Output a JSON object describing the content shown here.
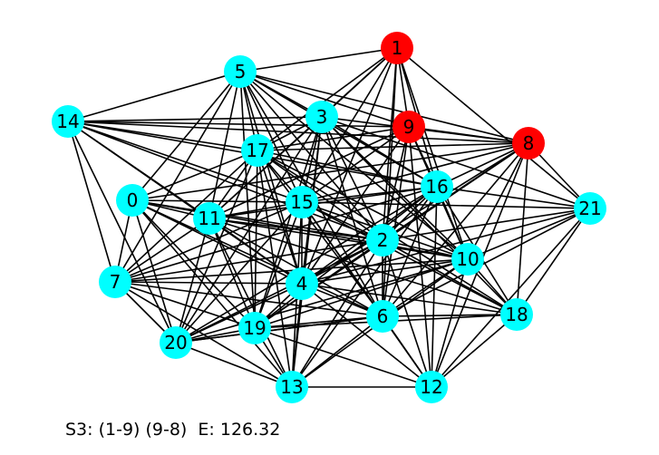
{
  "graph": {
    "nodes": [
      {
        "id": "0",
        "color": "#00ffff"
      },
      {
        "id": "1",
        "color": "#ff0000"
      },
      {
        "id": "2",
        "color": "#00ffff"
      },
      {
        "id": "3",
        "color": "#00ffff"
      },
      {
        "id": "4",
        "color": "#00ffff"
      },
      {
        "id": "5",
        "color": "#00ffff"
      },
      {
        "id": "6",
        "color": "#00ffff"
      },
      {
        "id": "7",
        "color": "#00ffff"
      },
      {
        "id": "8",
        "color": "#ff0000"
      },
      {
        "id": "9",
        "color": "#ff0000"
      },
      {
        "id": "10",
        "color": "#00ffff"
      },
      {
        "id": "11",
        "color": "#00ffff"
      },
      {
        "id": "12",
        "color": "#00ffff"
      },
      {
        "id": "13",
        "color": "#00ffff"
      },
      {
        "id": "14",
        "color": "#00ffff"
      },
      {
        "id": "15",
        "color": "#00ffff"
      },
      {
        "id": "16",
        "color": "#00ffff"
      },
      {
        "id": "17",
        "color": "#00ffff"
      },
      {
        "id": "18",
        "color": "#00ffff"
      },
      {
        "id": "19",
        "color": "#00ffff"
      },
      {
        "id": "20",
        "color": "#00ffff"
      },
      {
        "id": "21",
        "color": "#00ffff"
      }
    ],
    "edges": [
      [
        "1",
        "5"
      ],
      [
        "1",
        "3"
      ],
      [
        "1",
        "17"
      ],
      [
        "1",
        "15"
      ],
      [
        "1",
        "2"
      ],
      [
        "1",
        "16"
      ],
      [
        "1",
        "21"
      ],
      [
        "1",
        "10"
      ],
      [
        "1",
        "6"
      ],
      [
        "1",
        "11"
      ],
      [
        "1",
        "4"
      ],
      [
        "1",
        "9"
      ],
      [
        "5",
        "14"
      ],
      [
        "5",
        "3"
      ],
      [
        "5",
        "17"
      ],
      [
        "5",
        "15"
      ],
      [
        "5",
        "11"
      ],
      [
        "5",
        "0"
      ],
      [
        "5",
        "7"
      ],
      [
        "5",
        "2"
      ],
      [
        "5",
        "16"
      ],
      [
        "5",
        "10"
      ],
      [
        "5",
        "4"
      ],
      [
        "5",
        "6"
      ],
      [
        "5",
        "19"
      ],
      [
        "5",
        "8"
      ],
      [
        "5",
        "9"
      ],
      [
        "14",
        "17"
      ],
      [
        "14",
        "3"
      ],
      [
        "14",
        "9"
      ],
      [
        "14",
        "15"
      ],
      [
        "14",
        "11"
      ],
      [
        "14",
        "7"
      ],
      [
        "14",
        "20"
      ],
      [
        "14",
        "4"
      ],
      [
        "14",
        "2"
      ],
      [
        "14",
        "16"
      ],
      [
        "14",
        "8"
      ],
      [
        "3",
        "17"
      ],
      [
        "3",
        "15"
      ],
      [
        "3",
        "11"
      ],
      [
        "3",
        "2"
      ],
      [
        "3",
        "16"
      ],
      [
        "3",
        "10"
      ],
      [
        "3",
        "4"
      ],
      [
        "3",
        "6"
      ],
      [
        "3",
        "18"
      ],
      [
        "3",
        "19"
      ],
      [
        "3",
        "20"
      ],
      [
        "3",
        "13"
      ],
      [
        "3",
        "8"
      ],
      [
        "3",
        "21"
      ],
      [
        "9",
        "8"
      ],
      [
        "9",
        "15"
      ],
      [
        "9",
        "16"
      ],
      [
        "9",
        "2"
      ],
      [
        "9",
        "10"
      ],
      [
        "9",
        "4"
      ],
      [
        "9",
        "6"
      ],
      [
        "9",
        "17"
      ],
      [
        "9",
        "11"
      ],
      [
        "9",
        "12"
      ],
      [
        "8",
        "16"
      ],
      [
        "8",
        "21"
      ],
      [
        "8",
        "15"
      ],
      [
        "8",
        "2"
      ],
      [
        "8",
        "10"
      ],
      [
        "8",
        "18"
      ],
      [
        "8",
        "4"
      ],
      [
        "8",
        "6"
      ],
      [
        "8",
        "12"
      ],
      [
        "8",
        "17"
      ],
      [
        "8",
        "0"
      ],
      [
        "8",
        "19"
      ],
      [
        "17",
        "15"
      ],
      [
        "17",
        "11"
      ],
      [
        "17",
        "0"
      ],
      [
        "17",
        "2"
      ],
      [
        "17",
        "4"
      ],
      [
        "17",
        "6"
      ],
      [
        "17",
        "10"
      ],
      [
        "17",
        "18"
      ],
      [
        "17",
        "19"
      ],
      [
        "17",
        "20"
      ],
      [
        "17",
        "13"
      ],
      [
        "17",
        "7"
      ],
      [
        "17",
        "16"
      ],
      [
        "0",
        "11"
      ],
      [
        "0",
        "15"
      ],
      [
        "0",
        "7"
      ],
      [
        "0",
        "20"
      ],
      [
        "0",
        "2"
      ],
      [
        "0",
        "4"
      ],
      [
        "0",
        "6"
      ],
      [
        "0",
        "10"
      ],
      [
        "0",
        "19"
      ],
      [
        "0",
        "13"
      ],
      [
        "11",
        "15"
      ],
      [
        "11",
        "2"
      ],
      [
        "11",
        "4"
      ],
      [
        "11",
        "6"
      ],
      [
        "11",
        "7"
      ],
      [
        "11",
        "20"
      ],
      [
        "11",
        "19"
      ],
      [
        "11",
        "13"
      ],
      [
        "11",
        "10"
      ],
      [
        "11",
        "18"
      ],
      [
        "11",
        "16"
      ],
      [
        "15",
        "16"
      ],
      [
        "15",
        "2"
      ],
      [
        "15",
        "4"
      ],
      [
        "15",
        "6"
      ],
      [
        "15",
        "10"
      ],
      [
        "15",
        "7"
      ],
      [
        "15",
        "20"
      ],
      [
        "15",
        "19"
      ],
      [
        "15",
        "13"
      ],
      [
        "15",
        "12"
      ],
      [
        "15",
        "18"
      ],
      [
        "15",
        "21"
      ],
      [
        "16",
        "21"
      ],
      [
        "16",
        "2"
      ],
      [
        "16",
        "10"
      ],
      [
        "16",
        "4"
      ],
      [
        "16",
        "6"
      ],
      [
        "16",
        "18"
      ],
      [
        "16",
        "12"
      ],
      [
        "16",
        "19"
      ],
      [
        "16",
        "20"
      ],
      [
        "16",
        "13"
      ],
      [
        "16",
        "7"
      ],
      [
        "21",
        "10"
      ],
      [
        "21",
        "18"
      ],
      [
        "21",
        "12"
      ],
      [
        "21",
        "2"
      ],
      [
        "21",
        "6"
      ],
      [
        "21",
        "4"
      ],
      [
        "2",
        "10"
      ],
      [
        "2",
        "4"
      ],
      [
        "2",
        "6"
      ],
      [
        "2",
        "18"
      ],
      [
        "2",
        "12"
      ],
      [
        "2",
        "13"
      ],
      [
        "2",
        "19"
      ],
      [
        "2",
        "20"
      ],
      [
        "2",
        "7"
      ],
      [
        "10",
        "4"
      ],
      [
        "10",
        "6"
      ],
      [
        "10",
        "18"
      ],
      [
        "10",
        "12"
      ],
      [
        "10",
        "19"
      ],
      [
        "10",
        "20"
      ],
      [
        "10",
        "13"
      ],
      [
        "10",
        "7"
      ],
      [
        "7",
        "4"
      ],
      [
        "7",
        "19"
      ],
      [
        "7",
        "20"
      ],
      [
        "7",
        "13"
      ],
      [
        "7",
        "6"
      ],
      [
        "4",
        "6"
      ],
      [
        "4",
        "19"
      ],
      [
        "4",
        "20"
      ],
      [
        "4",
        "13"
      ],
      [
        "4",
        "12"
      ],
      [
        "4",
        "18"
      ],
      [
        "6",
        "19"
      ],
      [
        "6",
        "20"
      ],
      [
        "6",
        "13"
      ],
      [
        "6",
        "12"
      ],
      [
        "6",
        "18"
      ],
      [
        "19",
        "20"
      ],
      [
        "19",
        "13"
      ],
      [
        "19",
        "18"
      ],
      [
        "19",
        "12"
      ],
      [
        "20",
        "13"
      ],
      [
        "20",
        "6"
      ],
      [
        "13",
        "12"
      ],
      [
        "12",
        "18"
      ],
      [
        "18",
        "6"
      ]
    ]
  },
  "caption": "S3: (1-9) (9-8)  E: 126.32"
}
